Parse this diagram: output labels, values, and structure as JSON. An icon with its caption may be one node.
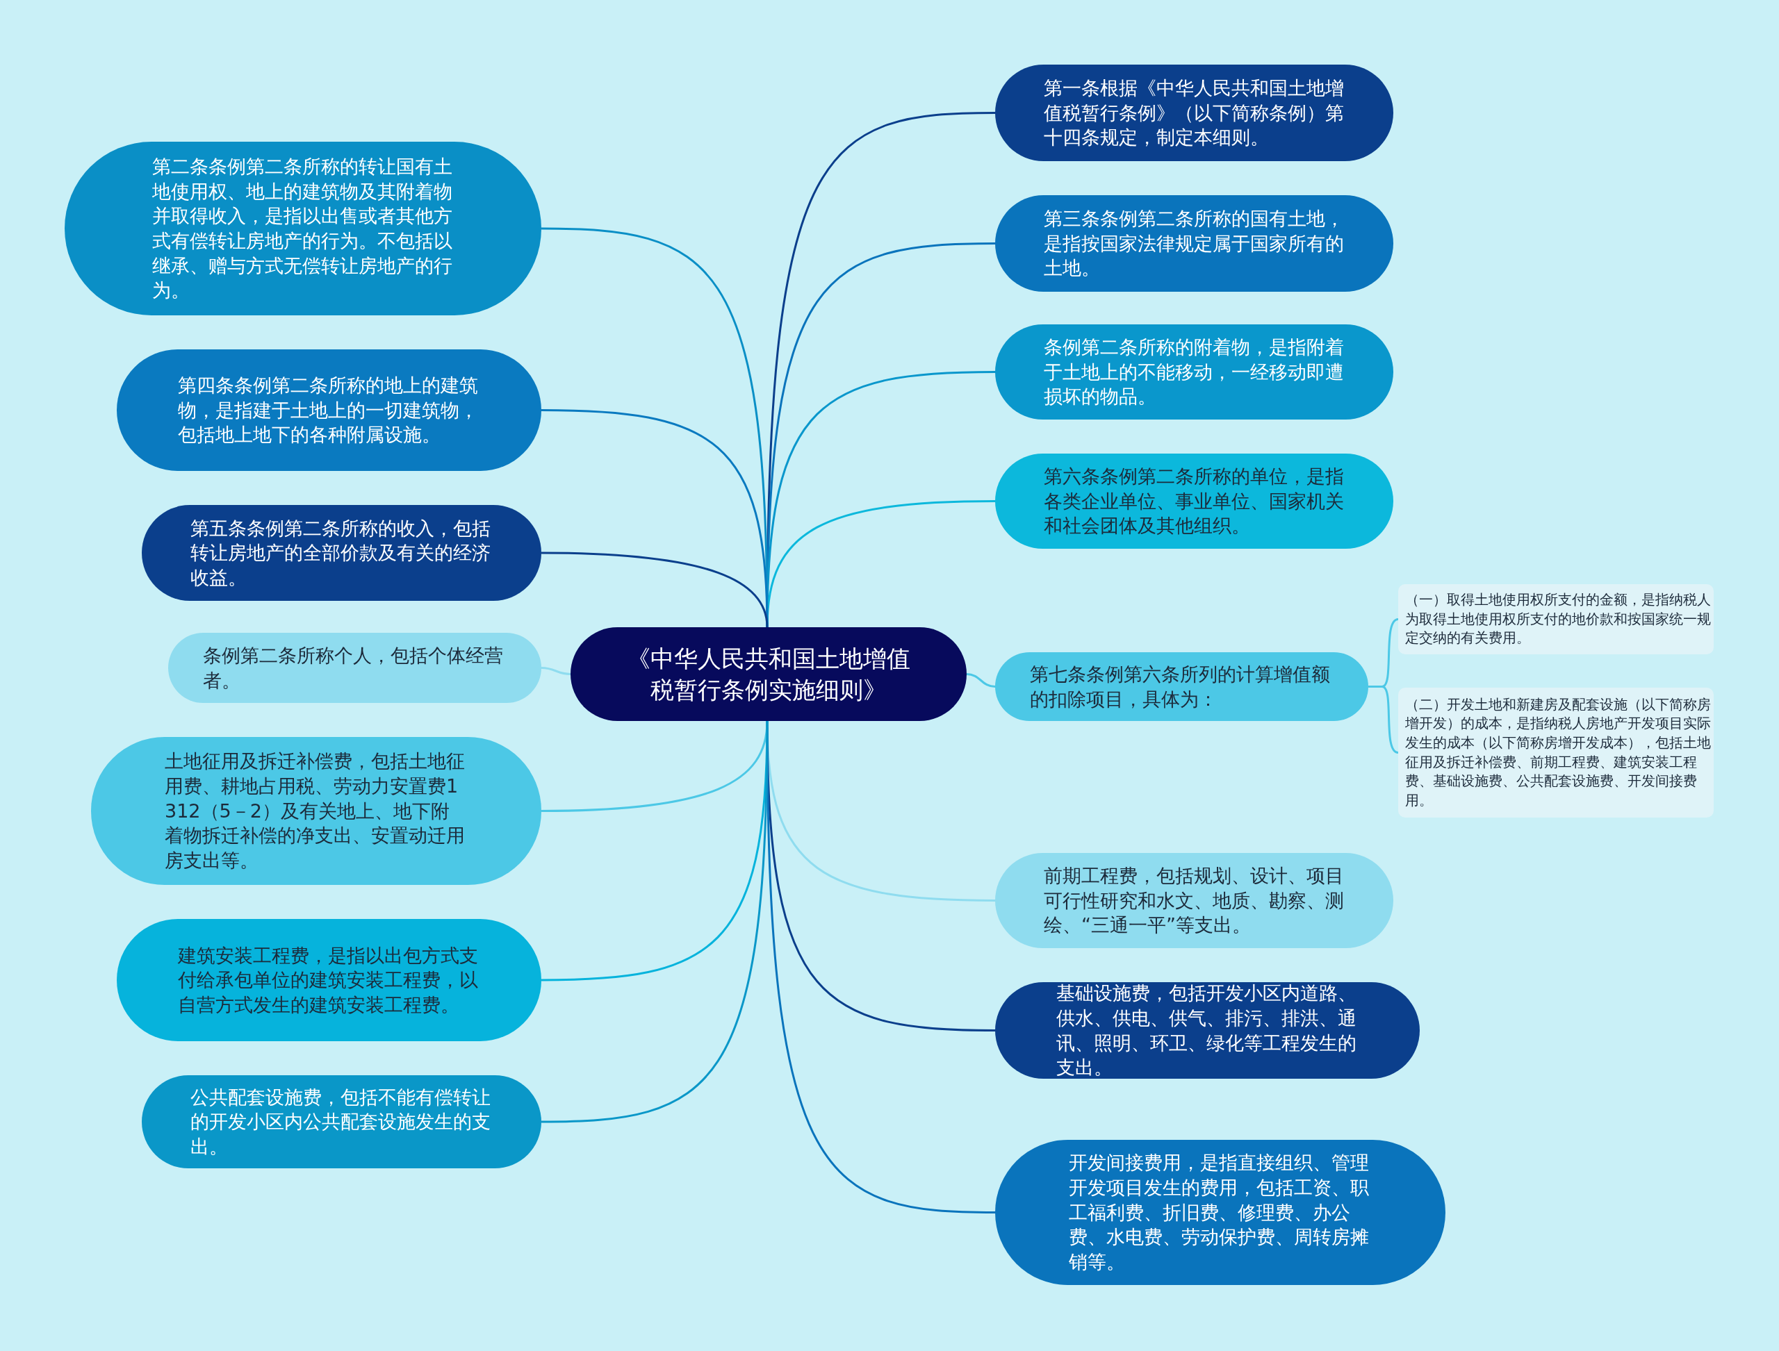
{
  "diagram": {
    "nodes": [
      {
        "text": [
          "《中华人民共和国土地增值税暂行条例实施细则》"
        ]
      },
      {
        "text": [
          "第一条根据《中华人民共和国土地增值税暂行条例》（以下简称条例）第十四条规定，制定本细则。"
        ]
      },
      {
        "text": [
          "第三条条例第二条所称的国有土地，是指按国家法律规定属于国家所有的土地。"
        ]
      },
      {
        "text": [
          "条例第二条所称的附着物，是指附着于土地上的不能移动，一经移动即遭损坏的物品。"
        ]
      },
      {
        "text": [
          "第六条条例第二条所称的单位，是指各类企业单位、事业单位、国家机关和社会团体及其他组织。"
        ]
      },
      {
        "text": [
          "第七条条例第六条所列的计算增值额的扣除项目，具体为："
        ]
      },
      {
        "text": [
          "（一）取得土地使用权所支付的金额，是指纳税人为取得土地使用权所支付的地价款和按国家统一规定交纳的有关费用。"
        ]
      },
      {
        "text": [
          "（二）开发土地和新建房及配套设施（以下简称房增开发）的成本，是指纳税人房地产开发项目实际发生的成本（以下简称房增开发成本），包括土地征用及拆迁补偿费、前期工程费、建筑安装工程费、基础设施费、公共配套设施费、开发间接费用。"
        ]
      },
      {
        "text": [
          "前期工程费，包括规划、设计、项目可行性研究和水文、地质、勘察、测绘、“三通一平”等支出。"
        ]
      },
      {
        "text": [
          "基础设施费，包括开发小区内道路、供水、供电、供气、排污、排洪、通讯、照明、环卫、绿化等工程发生的支出。"
        ]
      },
      {
        "text": [
          "开发间接费用，是指直接组织、管理开发项目发生的费用，包括工资、职工福利费、折旧费、修理费、办公费、水电费、劳动保护费、周转房摊销等。"
        ]
      },
      {
        "text": [
          "第二条条例第二条所称的转让国有土地使用权、地上的建筑物及其附着物并取得收入，是指以出售或者其他方式有偿转让房地产的行为。不包括以继承、赠与方式无偿转让房地产的行为。"
        ]
      },
      {
        "text": [
          "第四条条例第二条所称的地上的建筑物，是指建于土地上的一切建筑物，包括地上地下的各种附属设施。"
        ]
      },
      {
        "text": [
          "第五条条例第二条所称的收入，包括转让房地产的全部价款及有关的经济收益。"
        ]
      },
      {
        "text": [
          "条例第二条所称个人，包括个体经营者。"
        ]
      },
      {
        "text": [
          "土地征用及拆迁补偿费，包括土地征用费、耕地占用税、劳动力安置费1312（5－2）及有关地上、地下附着物拆迁补偿的净支出、安置动迁用房支出等。"
        ]
      },
      {
        "text": [
          "建筑安装工程费，是指以出包方式支付给承包单位的建筑安装工程费，以自营方式发生的建筑安装工程费。"
        ]
      },
      {
        "text": [
          "公共配套设施费，包括不能有偿转让的开发小区内公共配套设施发生的支出。"
        ]
      }
    ],
    "edges": [
      {
        "from": 0,
        "to": 1,
        "arrow": "none",
        "color": "#0b3f8c"
      },
      {
        "from": 0,
        "to": 2,
        "arrow": "none",
        "color": "#0a74bc"
      },
      {
        "from": 0,
        "to": 3,
        "arrow": "none",
        "color": "#0a97cc"
      },
      {
        "from": 0,
        "to": 4,
        "arrow": "none",
        "color": "#0cb8dc"
      },
      {
        "from": 0,
        "to": 5,
        "arrow": "none",
        "color": "#4cc8e6"
      },
      {
        "from": 5,
        "to": 6,
        "arrow": "none",
        "color": "#4cc8e6"
      },
      {
        "from": 5,
        "to": 7,
        "arrow": "none",
        "color": "#4cc8e6"
      },
      {
        "from": 0,
        "to": 8,
        "arrow": "none",
        "color": "#8fdcef"
      },
      {
        "from": 0,
        "to": 9,
        "arrow": "none",
        "color": "#0b3f8c"
      },
      {
        "from": 0,
        "to": 10,
        "arrow": "none",
        "color": "#0a74bc"
      },
      {
        "from": 0,
        "to": 11,
        "arrow": "none",
        "color": "#0a8fc6"
      },
      {
        "from": 0,
        "to": 12,
        "arrow": "none",
        "color": "#0a7ac0"
      },
      {
        "from": 0,
        "to": 13,
        "arrow": "none",
        "color": "#0b3f8c"
      },
      {
        "from": 0,
        "to": 14,
        "arrow": "none",
        "color": "#8fdcef"
      },
      {
        "from": 0,
        "to": 15,
        "arrow": "none",
        "color": "#4cc8e6"
      },
      {
        "from": 0,
        "to": 16,
        "arrow": "none",
        "color": "#06b3dc"
      },
      {
        "from": 0,
        "to": 17,
        "arrow": "none",
        "color": "#0a97c8"
      }
    ]
  }
}
